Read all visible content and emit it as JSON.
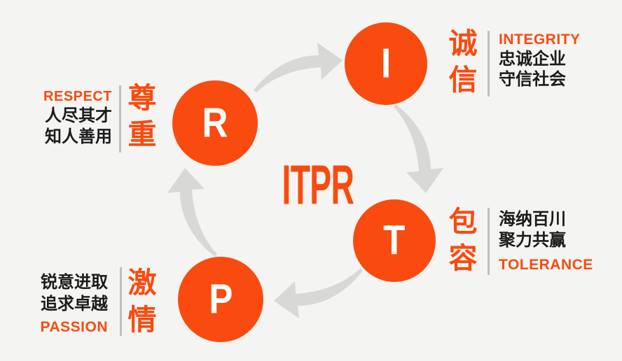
{
  "center_title": "ITPR",
  "nodes": {
    "integrity": {
      "letter": "I",
      "zh_vertical": [
        "诚",
        "信"
      ],
      "en_label": "INTEGRITY",
      "lines": [
        "忠诚企业",
        "守信社会"
      ]
    },
    "tolerance": {
      "letter": "T",
      "zh_vertical": [
        "包",
        "容"
      ],
      "en_label": "TOLERANCE",
      "lines": [
        "海纳百川",
        "聚力共赢"
      ]
    },
    "passion": {
      "letter": "P",
      "zh_vertical": [
        "激",
        "情"
      ],
      "en_label": "PASSION",
      "lines": [
        "锐意进取",
        "追求卓越"
      ]
    },
    "respect": {
      "letter": "R",
      "zh_vertical": [
        "尊",
        "重"
      ],
      "en_label": "RESPECT",
      "lines": [
        "人尽其才",
        "知人善用"
      ]
    }
  },
  "flow": [
    {
      "from": "R",
      "to": "I"
    },
    {
      "from": "I",
      "to": "T"
    },
    {
      "from": "T",
      "to": "P"
    },
    {
      "from": "P",
      "to": "R"
    }
  ],
  "colors": {
    "accent": "#f94b0f",
    "text": "#1b1b1b",
    "arrow": "#d8d8d6",
    "divider": "#bfbfbd",
    "background": "#f4f4f2"
  },
  "icons": {
    "arrow": "curved-swoosh-arrow"
  }
}
